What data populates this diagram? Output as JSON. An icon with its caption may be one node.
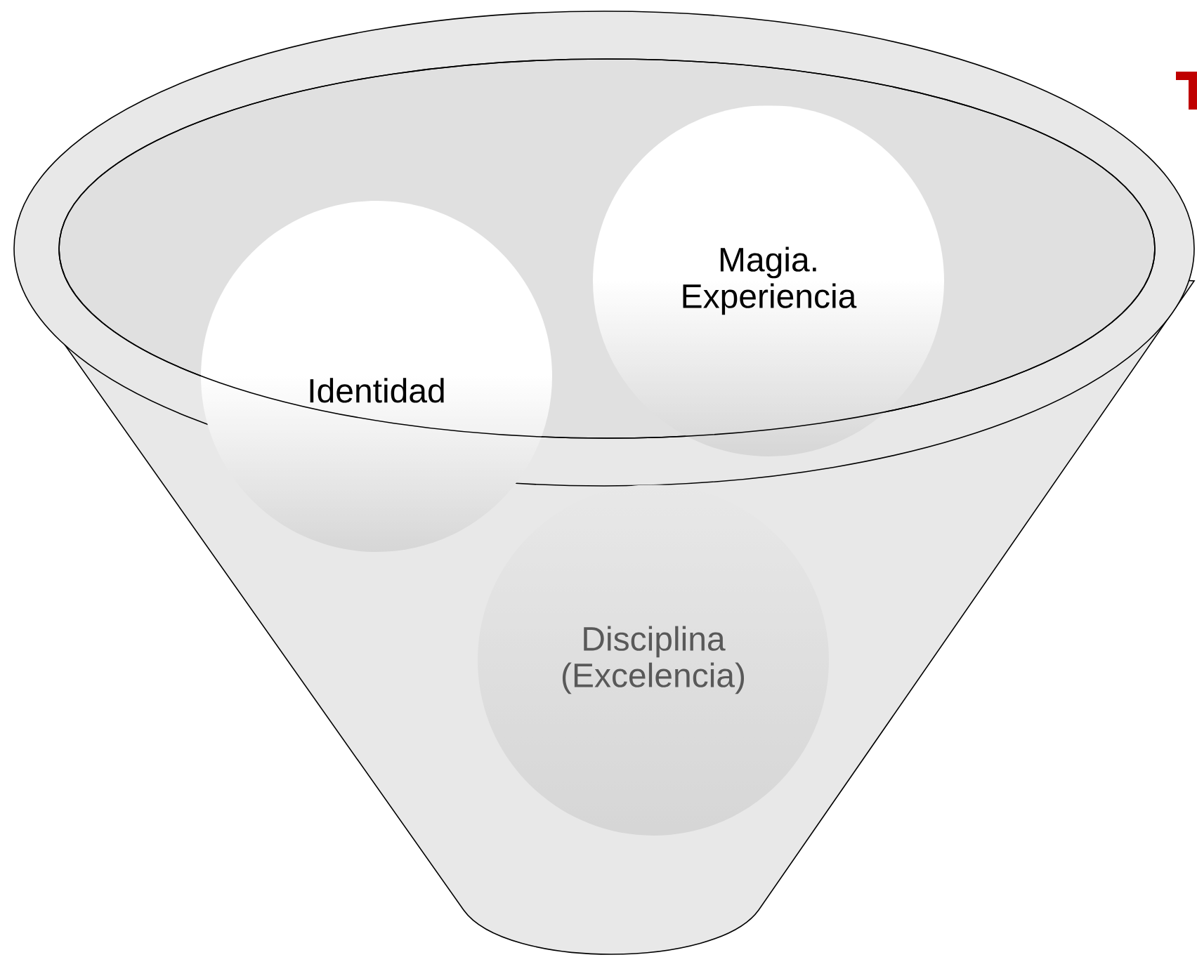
{
  "diagram": {
    "nodes": [
      {
        "text": [
          "Identidad"
        ]
      },
      {
        "text": [
          "Magia. Experiencia"
        ]
      },
      {
        "text": [
          "Disciplina (Excelencia)"
        ]
      }
    ]
  }
}
